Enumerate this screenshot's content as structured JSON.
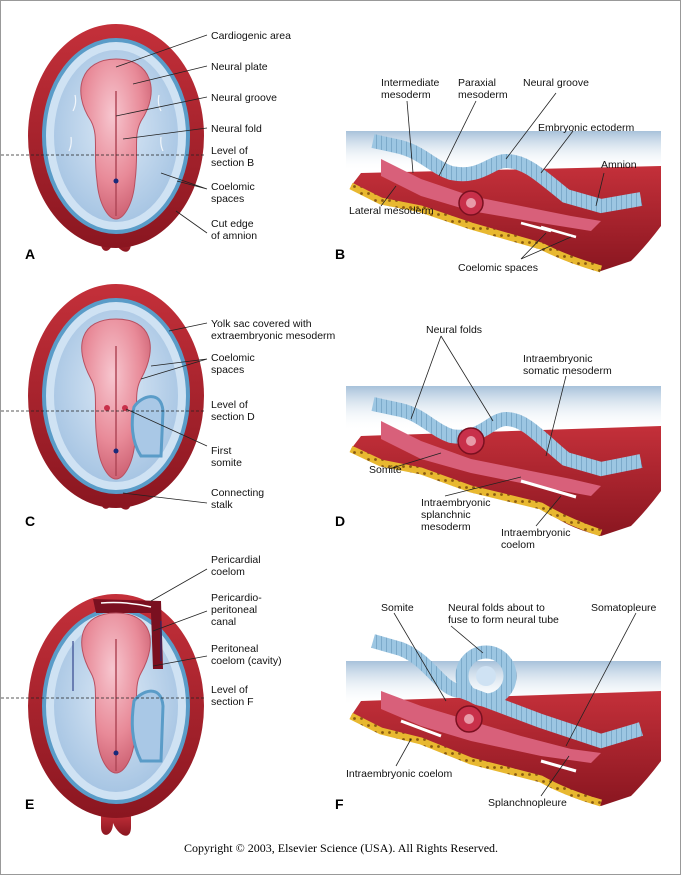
{
  "panels": {
    "A": {
      "letter": "A",
      "labels": [
        "Cardiogenic area",
        "Neural plate",
        "Neural groove",
        "Neural fold",
        "Level of",
        "section B",
        "Coelomic",
        "spaces",
        "Cut edge",
        "of amnion"
      ]
    },
    "B": {
      "letter": "B",
      "labels": [
        "Intermediate",
        "mesoderm",
        "Paraxial",
        "mesoderm",
        "Neural groove",
        "Embryonic ectoderm",
        "Amnion",
        "Lateral mesoderm",
        "Coelomic spaces"
      ]
    },
    "C": {
      "letter": "C",
      "labels": [
        "Yolk sac covered with",
        "extraembryonic mesoderm",
        "Coelomic",
        "spaces",
        "Level of",
        "section D",
        "First",
        "somite",
        "Connecting",
        "stalk"
      ]
    },
    "D": {
      "letter": "D",
      "labels": [
        "Neural folds",
        "Intraembryonic",
        "somatic mesoderm",
        "Somite",
        "Intraembryonic",
        "splanchnic",
        "mesoderm",
        "Intraembryonic",
        "coelom"
      ]
    },
    "E": {
      "letter": "E",
      "labels": [
        "Pericardial",
        "coelom",
        "Pericardio-",
        "peritoneal",
        "canal",
        "Peritoneal",
        "coelom (cavity)",
        "Level of",
        "section F"
      ]
    },
    "F": {
      "letter": "F",
      "labels": [
        "Somite",
        "Neural folds about to",
        "fuse to form neural tube",
        "Somatopleure",
        "Intraembryonic coelom",
        "Splanchnopleure"
      ]
    }
  },
  "copyright": "Copyright © 2003, Elsevier Science (USA). All Rights Reserved.",
  "colors": {
    "amnion_red": "#b3202c",
    "yolk_blue": "#a9c8e6",
    "neural_pink": "#e88a98",
    "ectoderm_blue": "#8ab8d8",
    "endoderm_yellow": "#e8b830"
  }
}
